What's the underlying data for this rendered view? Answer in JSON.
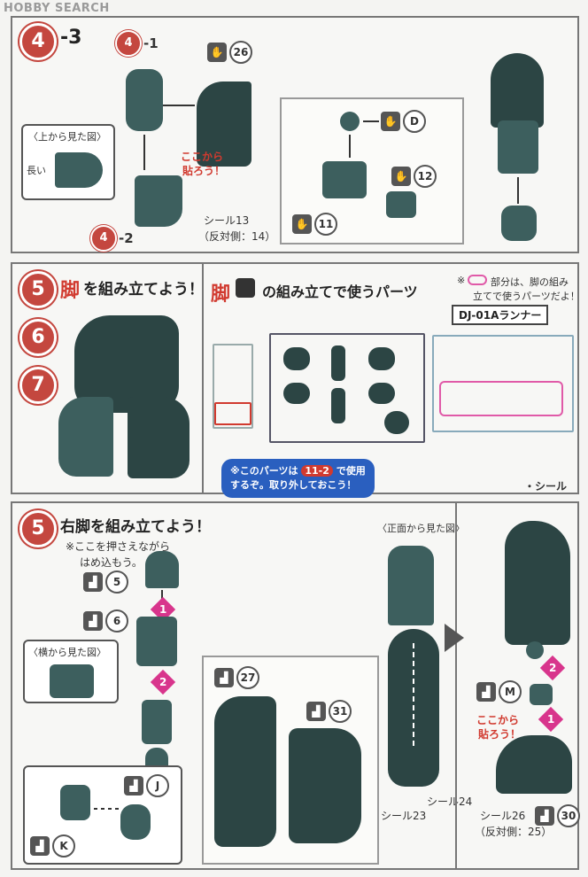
{
  "watermark": "HOBBY SEARCH",
  "panel1": {
    "step": "4",
    "step_suffix": "-3",
    "part_4_1": "4",
    "part_4_1_suffix": "-1",
    "part_4_2": "4",
    "part_4_2_suffix": "-2",
    "tag_26": "26",
    "tag_D": "D",
    "tag_12": "12",
    "tag_11": "11",
    "inset_title": "〈上から見た図〉",
    "inset_side": "長い",
    "koko_kara_1": "ここから",
    "koko_kara_2": "貼ろう！",
    "seal": "シール13",
    "seal_opp": "（反対側：14）"
  },
  "panel2": {
    "step5": "5",
    "step6": "6",
    "step7": "7",
    "title_prefix": "脚",
    "title": "を組み立てよう！",
    "parts_title_1": "脚",
    "parts_title_2": "の組み立てで使うパーツ",
    "note_right_1": "※",
    "note_right_2": "部分は、脚の組み",
    "note_right_3": "立てで使うパーツだよ！",
    "runner_name": "DJ-01Aランナー",
    "blue_note_1": "※このパーツは",
    "blue_note_num": "11-2",
    "blue_note_2": "で使用",
    "blue_note_3": "するぞ。取り外しておこう！",
    "seal_label": "・シール"
  },
  "panel3": {
    "step": "5",
    "title": "右脚を組み立てよう！",
    "note_1": "※ここを押さえながら",
    "note_2": "はめ込もう。",
    "front_view": "〈正面から見た図〉",
    "side_view": "〈横から見た図〉",
    "tag_5": "5",
    "tag_6": "6",
    "tag_J": "J",
    "tag_K": "K",
    "tag_27": "27",
    "tag_31": "31",
    "tag_M": "M",
    "tag_30": "30",
    "order_1": "1",
    "order_2": "2",
    "order_1b": "1",
    "order_2b": "2",
    "seal_23": "シール23",
    "seal_24": "シール24",
    "seal_26": "シール26",
    "seal_26_opp": "（反対側：25）",
    "koko_kara_1": "ここから",
    "koko_kara_2": "貼ろう！"
  }
}
